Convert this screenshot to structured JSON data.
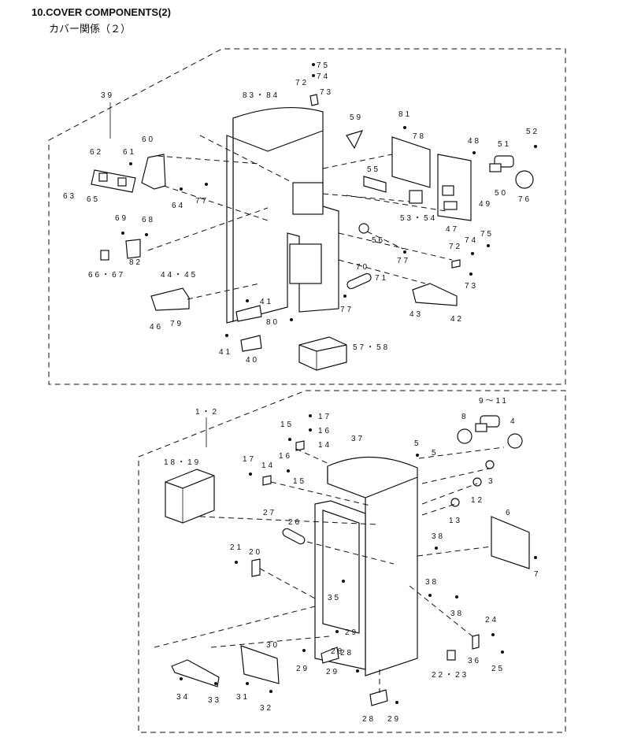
{
  "header": {
    "title": "10.COVER COMPONENTS(2)",
    "subtitle": "カバー関係（２）"
  },
  "top_group": {
    "group_label": "39",
    "callouts": [
      "75",
      "74",
      "72",
      "73",
      "83・84",
      "59",
      "81",
      "78",
      "48",
      "51",
      "52",
      "60",
      "62",
      "61",
      "63",
      "65",
      "64",
      "77",
      "55",
      "53・54",
      "50",
      "76",
      "49",
      "47",
      "69",
      "68",
      "82",
      "66・67",
      "56",
      "77",
      "72",
      "74",
      "75",
      "73",
      "70",
      "71",
      "44・45",
      "46",
      "79",
      "41",
      "77",
      "43",
      "42",
      "80",
      "41",
      "40",
      "57・58"
    ]
  },
  "bottom_group": {
    "group_label": "1・2",
    "callouts": [
      "17",
      "15",
      "16",
      "14",
      "37",
      "9～11",
      "8",
      "4",
      "5",
      "5",
      "18・19",
      "17",
      "14",
      "16",
      "15",
      "3",
      "12",
      "13",
      "27",
      "26",
      "6",
      "38",
      "21",
      "20",
      "35",
      "38",
      "38",
      "7",
      "24",
      "29",
      "28",
      "30",
      "29",
      "28",
      "29",
      "36",
      "22・23",
      "25",
      "34",
      "33",
      "31",
      "32",
      "28",
      "29"
    ]
  }
}
